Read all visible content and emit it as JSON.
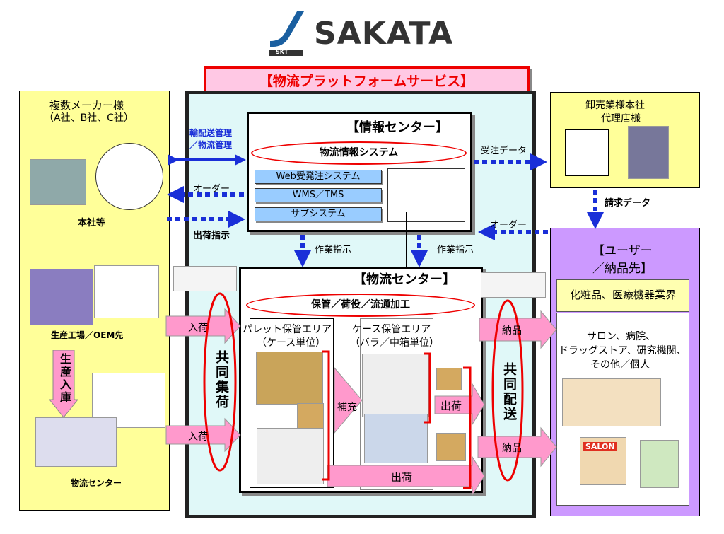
{
  "logo": {
    "brand": "SAKATA",
    "mark": "SKT",
    "color": "#1a5fa0"
  },
  "title": "【物流プラットフォームサービス】",
  "makers": {
    "title": "複数メーカー様",
    "subtitle": "（A社、B社、C社）",
    "hq": "本社等",
    "factory": "生産工場／OEM先",
    "production_in": "生産入庫",
    "dc": "物流センター"
  },
  "info_center": {
    "title": "【情報センター】",
    "system": "物流情報システム",
    "buttons": [
      "Web受発注システム",
      "WMS／TMS",
      "サブシステム"
    ]
  },
  "flows": {
    "transport_mgmt": "輸配送管理\n／物流管理",
    "order_left": "オーダー",
    "ship_instruction": "出荷指示",
    "order_data": "受注データ",
    "billing_data": "請求データ",
    "order_right": "オーダー",
    "work_instruction_1": "作業指示",
    "work_instruction_2": "作業指示",
    "inbound_1": "入荷",
    "inbound_2": "入荷",
    "delivery_1": "納品",
    "delivery_2": "納品",
    "ship_1": "出荷",
    "ship_2": "出荷",
    "replenish": "補充",
    "joint_pickup": "共同集荷",
    "joint_delivery": "共同配送"
  },
  "logistics_center": {
    "title": "【物流センター】",
    "functions": "保管／荷役／流通加工",
    "pallet_area": "パレット保管エリア",
    "pallet_unit": "（ケース単位）",
    "case_area": "ケース保管エリア",
    "case_unit": "（バラ／中箱単位）"
  },
  "wholesaler": {
    "line1": "卸売業様本社",
    "line2": "代理店様"
  },
  "users": {
    "title1": "【ユーザー",
    "title2": "／納品先】",
    "industry": "化粧品、医療機器業界",
    "list1": "サロン、病院、",
    "list2": "ドラッグストア、研究機関、",
    "list3": "その他／個人",
    "salon_sign": "SALON"
  },
  "colors": {
    "accent_red": "#e00000",
    "pink": "#ff99cc",
    "blue": "#1a2fd8",
    "yellow": "#ffff99",
    "purple": "#cc99ff",
    "cyan": "#e0f8f8"
  }
}
